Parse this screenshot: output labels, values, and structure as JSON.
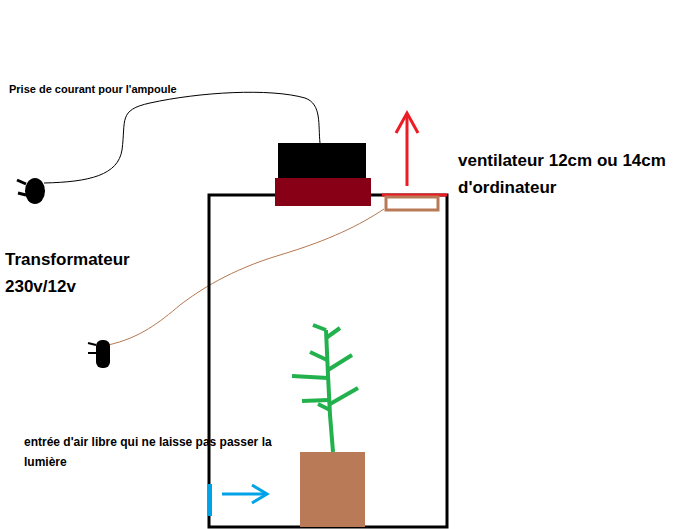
{
  "diagram": {
    "labels": [
      "Prise de courant pour l'ampoule",
      "ventilateur 12cm ou 14cm d'ordinateur",
      "Transformateur 230v/12v",
      "entrée d'air libre qui ne laisse pas passer la lumière"
    ]
  }
}
